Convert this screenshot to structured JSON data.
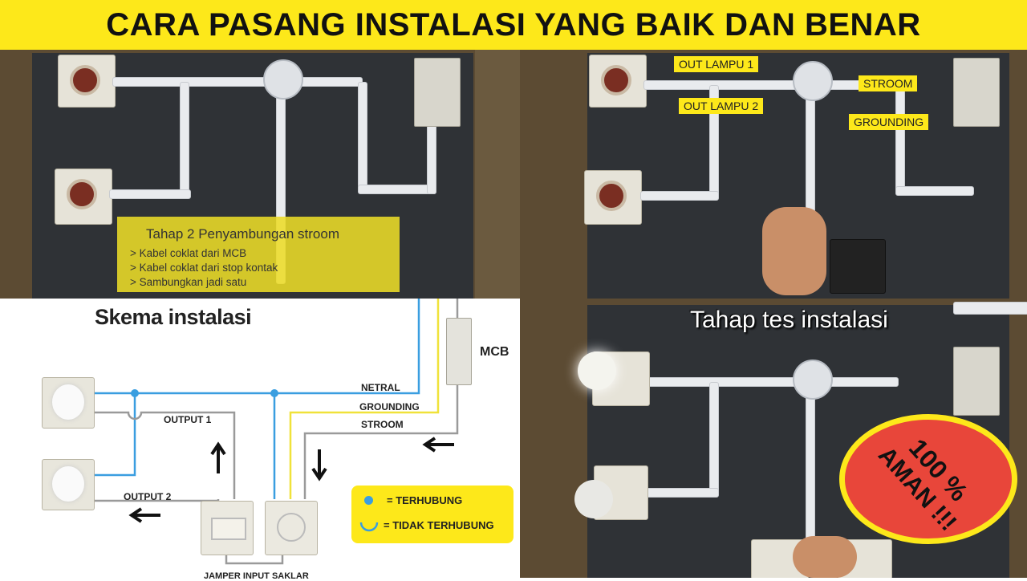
{
  "banner": {
    "title": "CARA PASANG INSTALASI YANG BAIK DAN BENAR"
  },
  "panel1": {
    "caption_title": "Tahap 2 Penyambungan stroom",
    "steps": [
      "> Kabel coklat dari MCB",
      "> Kabel coklat dari stop kontak",
      "> Sambungkan jadi satu"
    ]
  },
  "panel2": {
    "labels": {
      "out_lampu_1": "OUT LAMPU 1",
      "out_lampu_2": "OUT LAMPU 2",
      "stroom": "STROOM",
      "grounding": "GROUNDING"
    }
  },
  "panel3": {
    "title": "Skema instalasi",
    "mcb": "MCB",
    "netral": "NETRAL",
    "grounding": "GROUNDING",
    "stroom": "STROOM",
    "output1": "OUTPUT 1",
    "output2": "OUTPUT 2",
    "jamper": "JAMPER INPUT SAKLAR",
    "legend": {
      "connected": "= TERHUBUNG",
      "not_connected": "= TIDAK TERHUBUNG"
    }
  },
  "panel4": {
    "title": "Tahap tes instalasi",
    "stamp_line1": "100 %",
    "stamp_line2": "AMAN !!!"
  },
  "colors": {
    "banner": "#fde81a",
    "netral": "#3a9ee0",
    "grounding": "#f0e23a",
    "stroom": "#9a9a9a",
    "stamp": "#e8463a"
  }
}
